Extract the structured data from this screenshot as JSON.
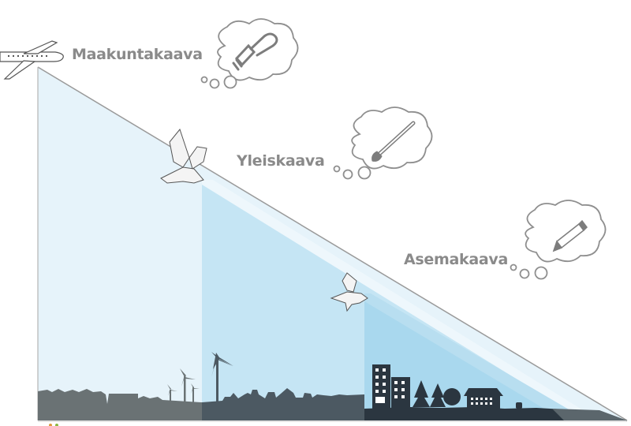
{
  "diagram": {
    "levels": [
      {
        "id": "maakuntakaava",
        "label": "Maakuntakaava",
        "tool_icon": "paint-roller-brush-icon",
        "viewer_icon": "airplane-icon"
      },
      {
        "id": "yleiskaava",
        "label": "Yleiskaava",
        "tool_icon": "paintbrush-icon",
        "viewer_icon": "eagle-icon"
      },
      {
        "id": "asemakaava",
        "label": "Asemakaava",
        "tool_icon": "pencil-icon",
        "viewer_icon": "small-bird-icon"
      }
    ],
    "colors": {
      "outer_triangle": "#e6f3fa",
      "middle_triangle": "#c5e5f4",
      "inner_triangle": "#a9d8ee",
      "edge_band": "#eef7fc",
      "hypotenuse_line": "#9a9a9a",
      "ground_light": "#6a7274",
      "ground_mid": "#4c5962",
      "ground_dark": "#2b3640",
      "label_text": "#8a8a8a",
      "cloud_stroke": "#8f8f8f"
    }
  }
}
